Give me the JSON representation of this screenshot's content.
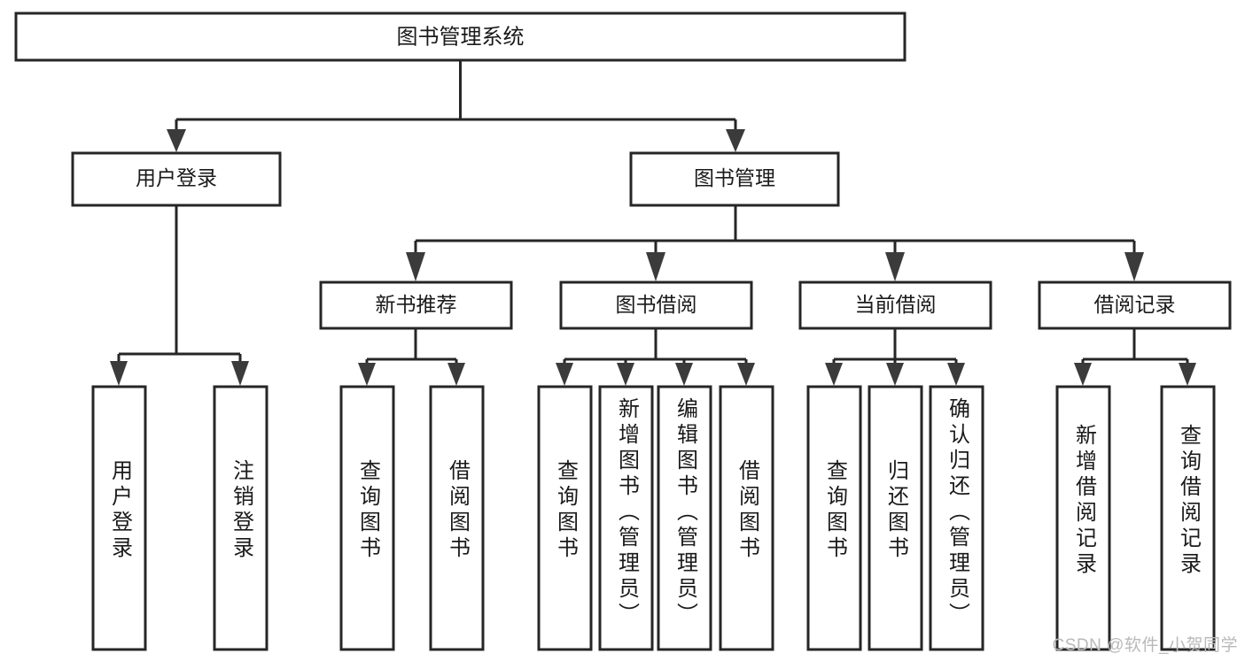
{
  "diagram": {
    "type": "tree-hierarchy",
    "title": "图书管理系统",
    "watermark": "CSDN @软件_小贺同学",
    "colors": {
      "box_stroke": "#262626",
      "box_fill": "#ffffff",
      "line": "#262626",
      "arrow": "#3b3b3b",
      "text": "#1a1a1a",
      "watermark": "#b9b9b9",
      "background": "#ffffff"
    },
    "root": {
      "label": "图书管理系统"
    },
    "level2": [
      {
        "label": "用户登录"
      },
      {
        "label": "图书管理"
      }
    ],
    "level3": [
      {
        "label": "新书推荐"
      },
      {
        "label": "图书借阅"
      },
      {
        "label": "当前借阅"
      },
      {
        "label": "借阅记录"
      }
    ],
    "leaves": {
      "user_login": [
        {
          "label": "用户登录"
        },
        {
          "label": "注销登录"
        }
      ],
      "new_book_recommend": [
        {
          "label": "查询图书"
        },
        {
          "label": "借阅图书"
        }
      ],
      "book_borrow": [
        {
          "label": "查询图书"
        },
        {
          "label": "新增图书（管理员）"
        },
        {
          "label": "编辑图书（管理员）"
        },
        {
          "label": "借阅图书"
        }
      ],
      "current_borrow": [
        {
          "label": "查询图书"
        },
        {
          "label": "归还图书"
        },
        {
          "label": "确认归还（管理员）"
        }
      ],
      "borrow_records": [
        {
          "label": "新增借阅记录"
        },
        {
          "label": "查询借阅记录"
        }
      ]
    }
  }
}
